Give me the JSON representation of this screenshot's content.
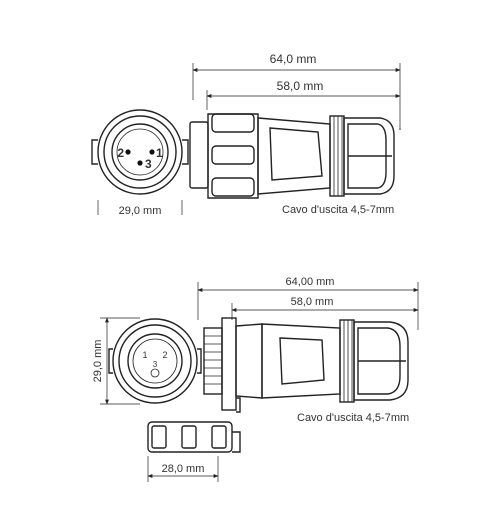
{
  "top_view": {
    "dim_overall": "64,0 mm",
    "dim_body": "58,0 mm",
    "dim_diameter_partial": "29,0 mm",
    "cable_label": "Cavo d'uscita 4,5-7mm",
    "pins": [
      "1",
      "2",
      "3"
    ]
  },
  "bottom_view": {
    "dim_overall": "64,00 mm",
    "dim_body": "58,0 mm",
    "dim_height": "29,0 mm",
    "dim_flange": "28,0 mm",
    "cable_label": "Cavo d'uscita 4,5-7mm",
    "pins": [
      "1",
      "2",
      "3"
    ]
  },
  "colors": {
    "line": "#222222",
    "text": "#333333",
    "background": "#ffffff"
  }
}
